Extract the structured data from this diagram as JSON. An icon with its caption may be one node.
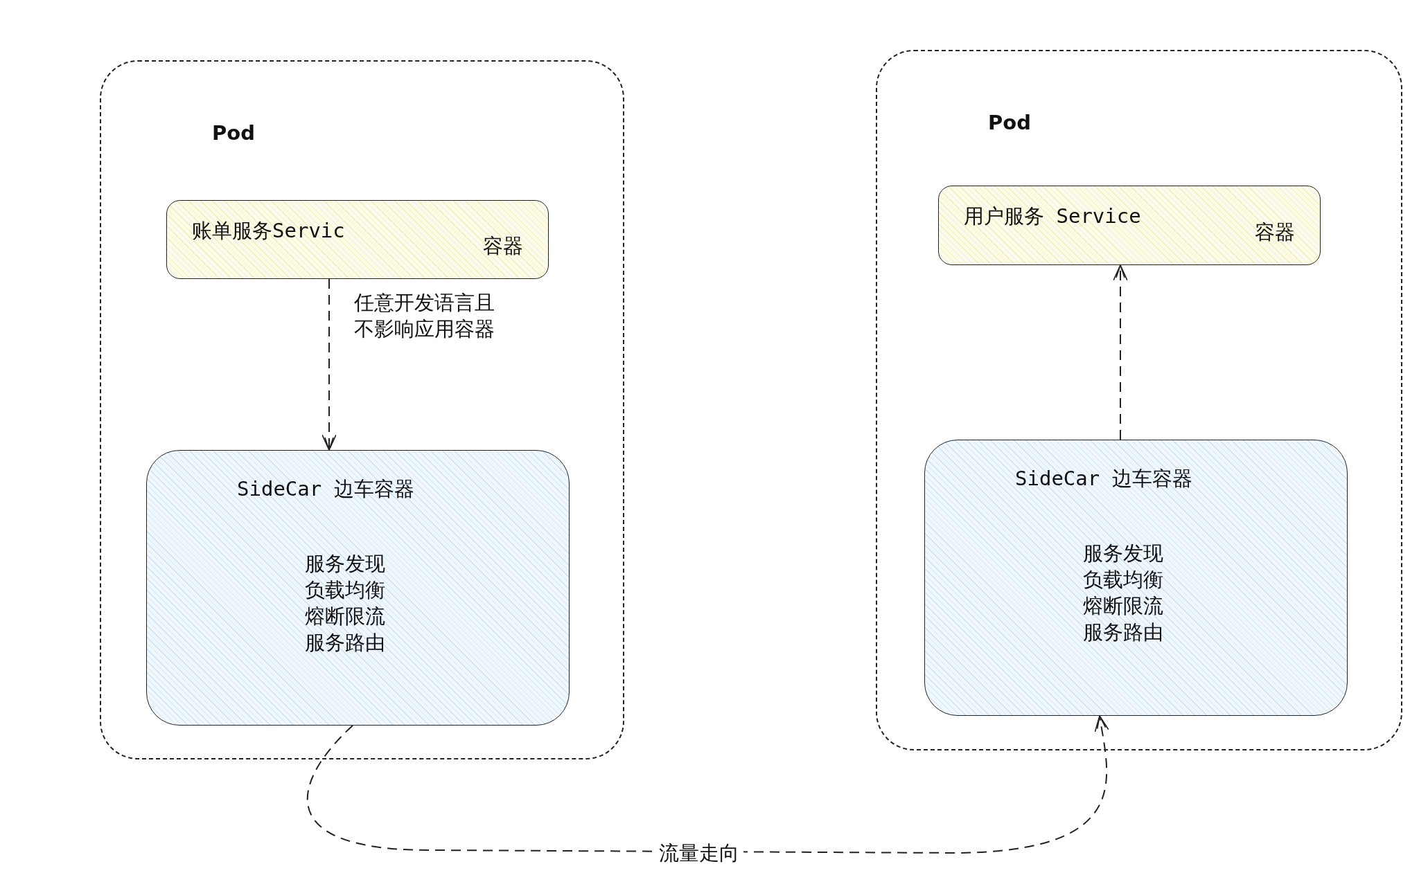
{
  "diagram": {
    "nodes": [
      {
        "text": [
          "Pod"
        ]
      },
      {
        "text": [
          "账单服务Servic",
          "容器"
        ],
        "in": 0
      },
      {
        "text": [
          "SideCar 边车容器",
          "服务发现负载均衡熔断限流服务路由"
        ],
        "in": 0
      },
      {
        "text": [
          "Pod"
        ]
      },
      {
        "text": [
          "用户服务 Service",
          "容器"
        ],
        "in": 3
      },
      {
        "text": [
          "SideCar 边车容器",
          "服务发现负载均衡熔断限流服务路由"
        ],
        "in": 3
      }
    ],
    "edges": [
      {
        "from": 1,
        "to": 2,
        "arrow": "to",
        "style": "dashed",
        "label": "任意开发语言且不影响应用容器"
      },
      {
        "from": 5,
        "to": 4,
        "arrow": "to",
        "style": "dashed"
      },
      {
        "from": 2,
        "to": 5,
        "arrow": "to",
        "style": "dashed",
        "label": "流量走向"
      }
    ]
  }
}
